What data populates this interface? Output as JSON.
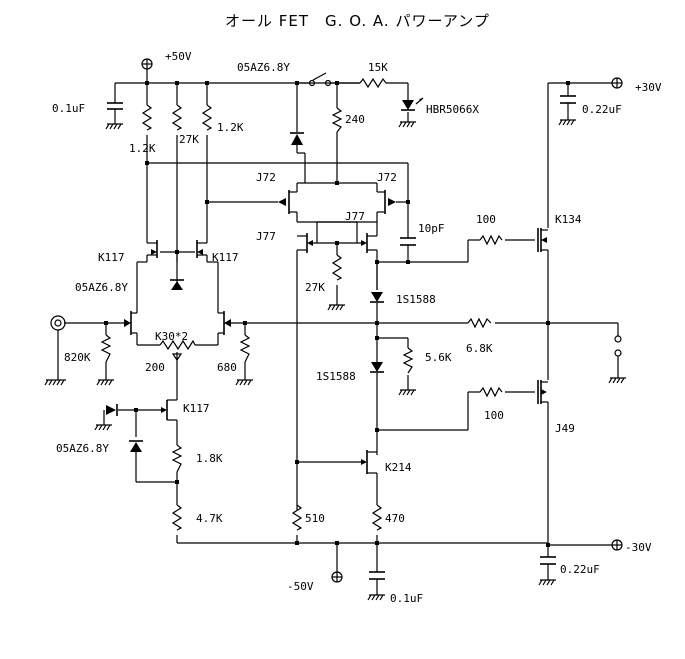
{
  "title": "オール FET　G. O. A. パワーアンプ",
  "labels": {
    "rail_p50": "+50V",
    "rail_n50": "-50V",
    "rail_p30": "+30V",
    "rail_n30": "-30V",
    "c_01uf_tl": "0.1uF",
    "c_022uf_tr": "0.22uF",
    "c_022uf_br": "0.22uF",
    "c_01uf_b": "0.1uF",
    "c_10pf": "10pF",
    "r_1k2_a": "1.2K",
    "r_27k_a": "27K",
    "r_1k2_b": "1.2K",
    "r_15k": "15K",
    "r_240": "240",
    "r_27k_b": "27K",
    "r_100_a": "100",
    "r_100_b": "100",
    "r_820k": "820K",
    "r_680": "680",
    "r_200": "200",
    "r_6k8": "6.8K",
    "r_5k6": "5.6K",
    "r_1k8": "1.8K",
    "r_4k7": "4.7K",
    "r_510": "510",
    "r_470": "470",
    "z_top": "05AZ6.8Y",
    "z_mid": "05AZ6.8Y",
    "z_bot": "05AZ6.8Y",
    "led": "HBR5066X",
    "d_1s1588_a": "1S1588",
    "d_1s1588_b": "1S1588",
    "q_k117_l": "K117",
    "q_k117_r": "K117",
    "q_k117_b": "K117",
    "q_k30": "K30*2",
    "q_j72_l": "J72",
    "q_j72_r": "J72",
    "q_j77_l": "J77",
    "q_j77_r": "J77",
    "q_k214": "K214",
    "q_k134": "K134",
    "q_j49": "J49"
  }
}
